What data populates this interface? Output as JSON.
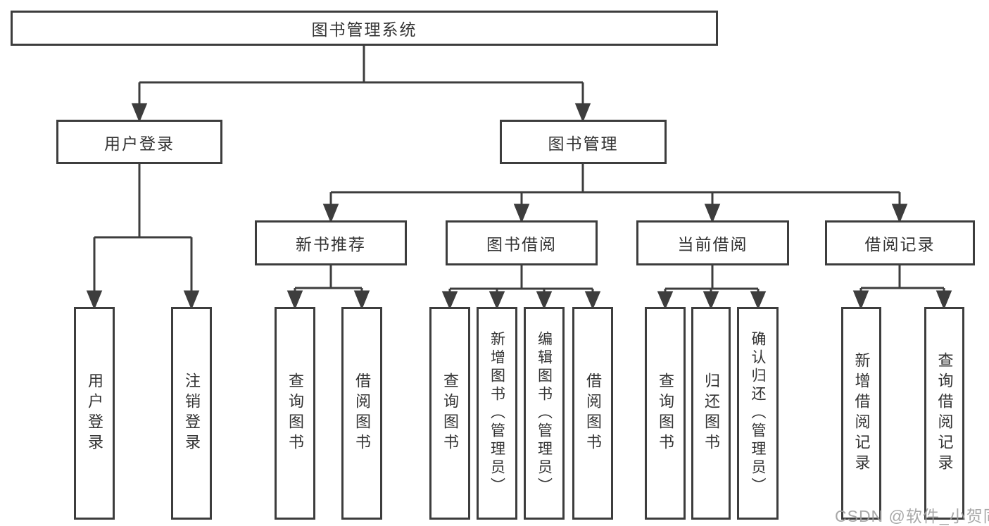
{
  "diagram_title": "图书管理系统",
  "nodes": {
    "root": {
      "label": "图书管理系统"
    },
    "level2": [
      {
        "label": "用户登录"
      },
      {
        "label": "图书管理"
      }
    ],
    "level3": [
      {
        "label": "新书推荐",
        "parent": "图书管理"
      },
      {
        "label": "图书借阅",
        "parent": "图书管理"
      },
      {
        "label": "当前借阅",
        "parent": "图书管理"
      },
      {
        "label": "借阅记录",
        "parent": "图书管理"
      }
    ],
    "leaves": [
      {
        "label": "用户登录",
        "parent": "用户登录"
      },
      {
        "label": "注销登录",
        "parent": "用户登录"
      },
      {
        "label": "查询图书",
        "parent": "新书推荐"
      },
      {
        "label": "借阅图书",
        "parent": "新书推荐"
      },
      {
        "label": "查询图书",
        "parent": "图书借阅"
      },
      {
        "label": "新增图书（管理员）",
        "parent": "图书借阅"
      },
      {
        "label": "编辑图书（管理员）",
        "parent": "图书借阅"
      },
      {
        "label": "借阅图书",
        "parent": "图书借阅"
      },
      {
        "label": "查询图书",
        "parent": "当前借阅"
      },
      {
        "label": "归还图书",
        "parent": "当前借阅"
      },
      {
        "label": "确认归还（管理员）",
        "parent": "当前借阅"
      },
      {
        "label": "新增借阅记录",
        "parent": "借阅记录"
      },
      {
        "label": "查询借阅记录",
        "parent": "借阅记录"
      }
    ]
  },
  "watermark": {
    "text": "CSDN @软件_小贺同学"
  },
  "colors": {
    "line": "#3d3d3d",
    "text": "#333333",
    "watermark": "#9e9e9e",
    "background": "#ffffff"
  }
}
